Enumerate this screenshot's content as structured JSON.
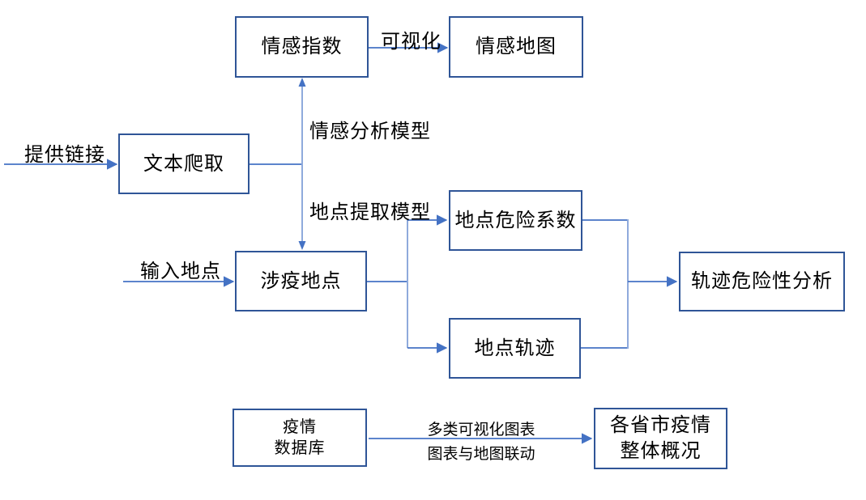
{
  "diagram": {
    "type": "flowchart",
    "nodes": {
      "sentiment_index": {
        "label": "情感指数"
      },
      "sentiment_map": {
        "label": "情感地图"
      },
      "text_crawl": {
        "label": "文本爬取"
      },
      "epidemic_location": {
        "label": "涉疫地点"
      },
      "location_risk": {
        "label": "地点危险系数"
      },
      "location_track": {
        "label": "地点轨迹"
      },
      "track_risk": {
        "label": "轨迹危险性分析"
      },
      "epidemic_db": {
        "line1": "疫情",
        "line2": "数据库"
      },
      "province_overview": {
        "line1": "各省市疫情",
        "line2": "整体概况"
      }
    },
    "edge_labels": {
      "provide_link": "提供链接",
      "visualization": "可视化",
      "sentiment_model": "情感分析模型",
      "location_model": "地点提取模型",
      "input_location": "输入地点",
      "multi_chart": "多类可视化图表",
      "chart_map_link": "图表与地图联动"
    },
    "colors": {
      "box_border": "#2f5597",
      "arrow": "#4472c4",
      "connector_light": "#8faadc",
      "text": "#000000",
      "background": "#ffffff"
    }
  }
}
